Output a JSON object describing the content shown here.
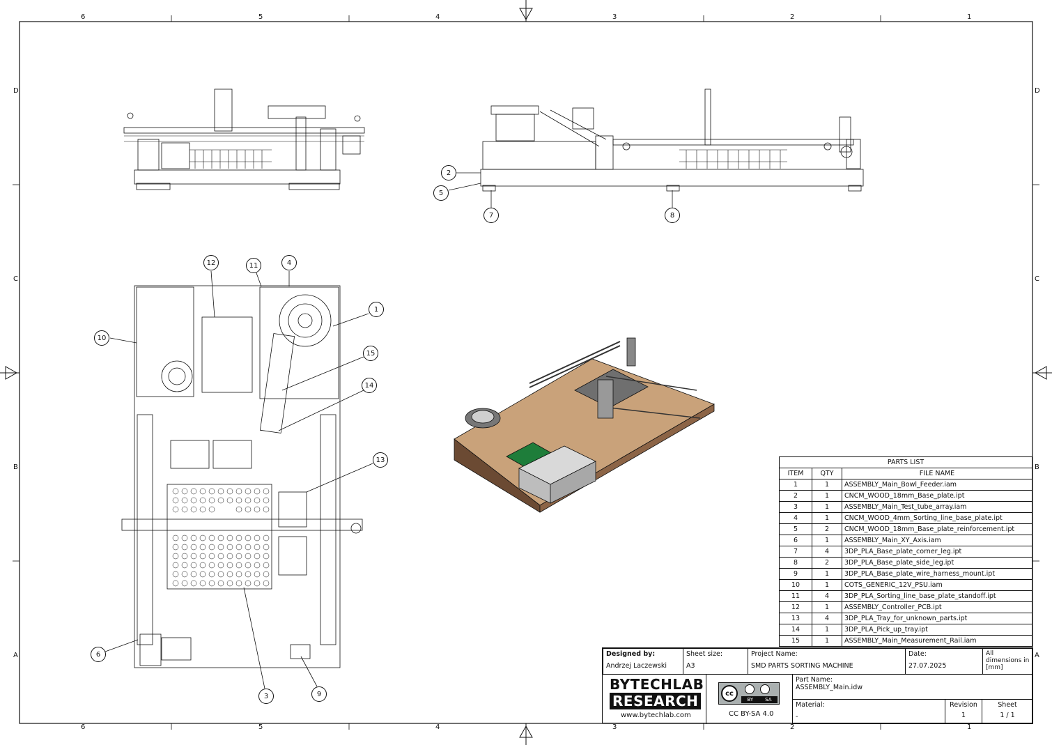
{
  "border": {
    "columns": [
      "6",
      "5",
      "4",
      "3",
      "2",
      "1"
    ],
    "rows": [
      "D",
      "C",
      "B",
      "A"
    ]
  },
  "balloons": [
    "1",
    "2",
    "3",
    "4",
    "5",
    "6",
    "7",
    "8",
    "9",
    "10",
    "11",
    "12",
    "13",
    "14",
    "15"
  ],
  "parts_list": {
    "title": "PARTS LIST",
    "headers": [
      "ITEM",
      "QTY",
      "FILE NAME"
    ],
    "rows": [
      [
        "1",
        "1",
        "ASSEMBLY_Main_Bowl_Feeder.iam"
      ],
      [
        "2",
        "1",
        "CNCM_WOOD_18mm_Base_plate.ipt"
      ],
      [
        "3",
        "1",
        "ASSEMBLY_Main_Test_tube_array.iam"
      ],
      [
        "4",
        "1",
        "CNCM_WOOD_4mm_Sorting_line_base_plate.ipt"
      ],
      [
        "5",
        "2",
        "CNCM_WOOD_18mm_Base_plate_reinforcement.ipt"
      ],
      [
        "6",
        "1",
        "ASSEMBLY_Main_XY_Axis.iam"
      ],
      [
        "7",
        "4",
        "3DP_PLA_Base_plate_corner_leg.ipt"
      ],
      [
        "8",
        "2",
        "3DP_PLA_Base_plate_side_leg.ipt"
      ],
      [
        "9",
        "1",
        "3DP_PLA_Base_plate_wire_harness_mount.ipt"
      ],
      [
        "10",
        "1",
        "COTS_GENERIC_12V_PSU.iam"
      ],
      [
        "11",
        "4",
        "3DP_PLA_Sorting_line_base_plate_standoff.ipt"
      ],
      [
        "12",
        "1",
        "ASSEMBLY_Controller_PCB.ipt"
      ],
      [
        "13",
        "4",
        "3DP_PLA_Tray_for_unknown_parts.ipt"
      ],
      [
        "14",
        "1",
        "3DP_PLA_Pick_up_tray.ipt"
      ],
      [
        "15",
        "1",
        "ASSEMBLY_Main_Measurement_Rail.iam"
      ]
    ]
  },
  "title_block": {
    "designed_by_label": "Designed by:",
    "designed_by": "Andrzej Laczewski",
    "sheet_size_label": "Sheet size:",
    "sheet_size": "A3",
    "project_label": "Project Name:",
    "project": "SMD PARTS SORTING MACHINE",
    "date_label": "Date:",
    "date": "27.07.2025",
    "dimensions_note": "All dimensions in [mm]",
    "part_name_label": "Part Name:",
    "part_name": "ASSEMBLY_Main.idw",
    "material_label": "Material:",
    "material": "-",
    "revision_label": "Revision",
    "revision": "1",
    "sheet_label": "Sheet",
    "sheet": "1 / 1",
    "logo_line1": "BYTECHLAB",
    "logo_line2": "RESEARCH",
    "website": "www.bytechlab.com",
    "license": "CC BY-SA 4.0",
    "cc_badge": "cc",
    "cc_by": "BY",
    "cc_sa": "SA"
  }
}
